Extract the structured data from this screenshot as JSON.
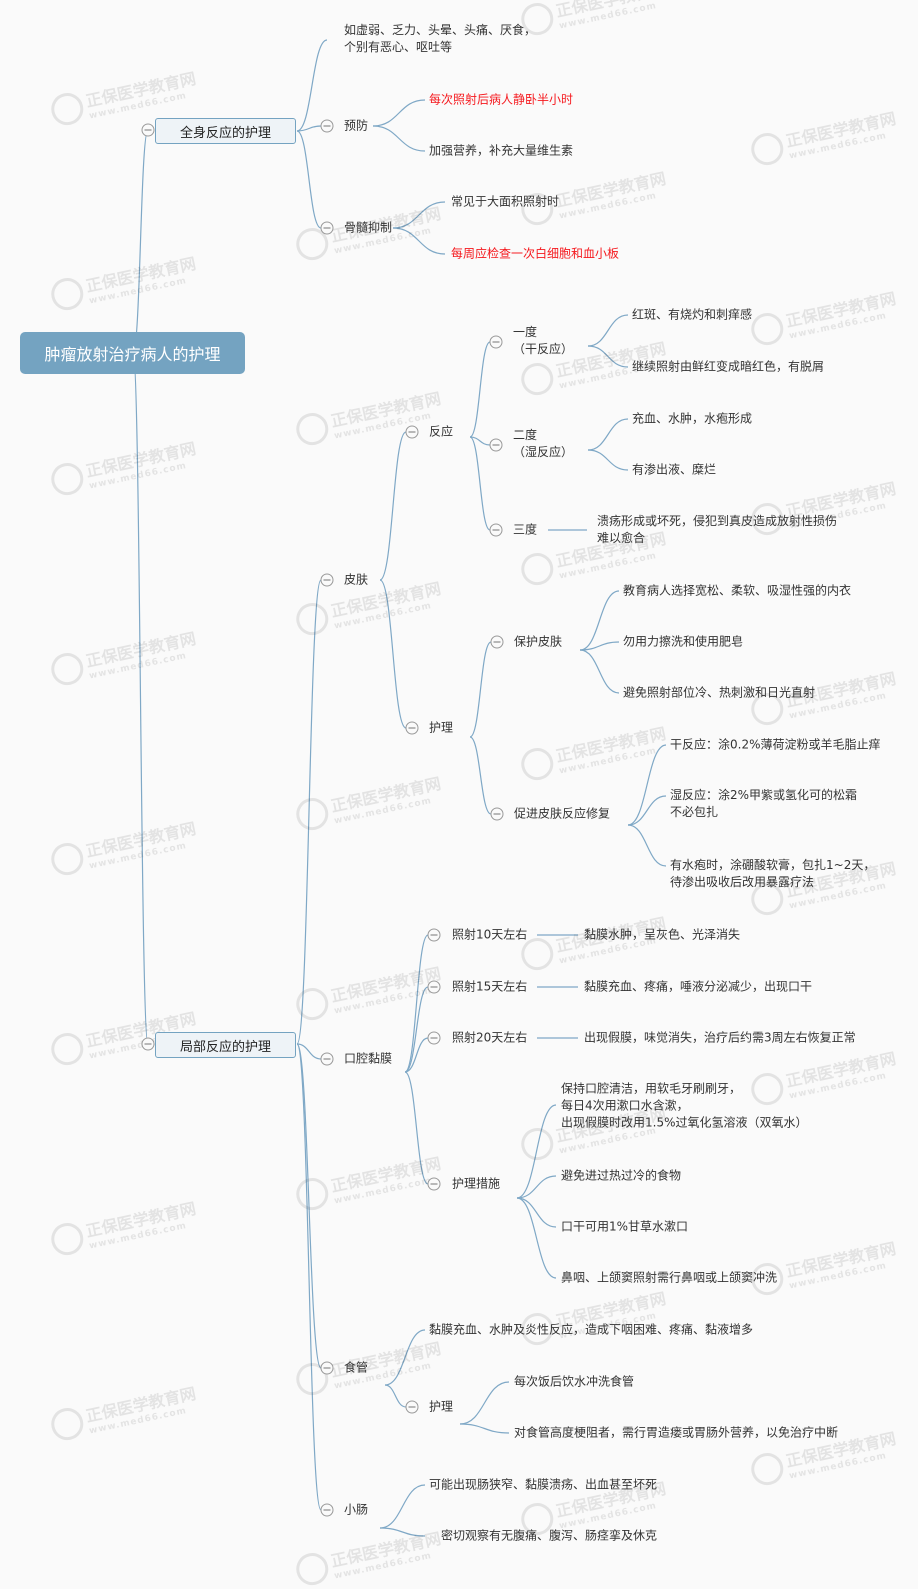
{
  "root": "肿瘤放射治疗病人的护理",
  "watermark": {
    "name": "正保医学教育网",
    "url": "www.med66.com"
  },
  "general": {
    "title": "全身反应的护理",
    "symptoms": [
      "如虚弱、乏力、头晕、头痛、厌食，",
      "个别有恶心、呕吐等"
    ],
    "prevention": {
      "label": "预防",
      "items": [
        "每次照射后病人静卧半小时",
        "加强营养，补充大量维生素"
      ]
    },
    "marrow": {
      "label": "骨髓抑制",
      "items": [
        "常见于大面积照射时",
        "每周应检查一次白细胞和血小板"
      ]
    }
  },
  "local": {
    "title": "局部反应的护理",
    "skin": {
      "label": "皮肤",
      "reaction": {
        "label": "反应",
        "first": {
          "label": [
            "一度",
            "（干反应）"
          ],
          "items": [
            "红斑、有烧灼和刺痒感",
            "继续照射由鲜红变成暗红色，有脱屑"
          ]
        },
        "second": {
          "label": [
            "二度",
            "（湿反应）"
          ],
          "items": [
            "充血、水肿，水疱形成",
            "有渗出液、糜烂"
          ]
        },
        "third": {
          "label": "三度",
          "items": [
            "溃疡形成或坏死，侵犯到真皮造成放射性损伤",
            "难以愈合"
          ]
        }
      },
      "care": {
        "label": "护理",
        "protect": {
          "label": "保护皮肤",
          "items": [
            "教育病人选择宽松、柔软、吸湿性强的内衣",
            "勿用力擦洗和使用肥皂",
            "避免照射部位冷、热刺激和日光直射"
          ]
        },
        "repair": {
          "label": "促进皮肤反应修复",
          "items": [
            [
              "干反应：涂0.2%薄荷淀粉或羊毛脂止痒"
            ],
            [
              "湿反应：涂2%甲紫或氢化可的松霜",
              "不必包扎"
            ],
            [
              "有水疱时，涂硼酸软膏，包扎1~2天，",
              "待渗出吸收后改用暴露疗法"
            ]
          ]
        }
      }
    },
    "oral": {
      "label": "口腔黏膜",
      "stages": [
        {
          "label": "照射10天左右",
          "text": "黏膜水肿，呈灰色、光泽消失"
        },
        {
          "label": "照射15天左右",
          "text": "黏膜充血、疼痛，唾液分泌减少，出现口干"
        },
        {
          "label": "照射20天左右",
          "text": "出现假膜，味觉消失，治疗后约需3周左右恢复正常"
        }
      ],
      "care": {
        "label": "护理措施",
        "items": [
          [
            "保持口腔清洁，用软毛牙刷刷牙，",
            "每日4次用漱口水含漱，",
            "出现假膜时改用1.5%过氧化氢溶液（双氧水）"
          ],
          [
            "避免进过热过冷的食物"
          ],
          [
            "口干可用1%甘草水漱口"
          ],
          [
            "鼻咽、上颌窦照射需行鼻咽或上颌窦冲洗"
          ]
        ]
      }
    },
    "esophagus": {
      "label": "食管",
      "symptom": "黏膜充血、水肿及炎性反应，造成下咽困难、疼痛、黏液增多",
      "care": {
        "label": "护理",
        "items": [
          "每次饭后饮水冲洗食管",
          "对食管高度梗阻者，需行胃造瘘或胃肠外营养，以免治疗中断"
        ]
      }
    },
    "intestine": {
      "label": "小肠",
      "items": [
        "可能出现肠狭窄、黏膜溃疡、出血甚至坏死",
        "密切观察有无腹痛、腹泻、肠痉挛及休克"
      ]
    }
  }
}
